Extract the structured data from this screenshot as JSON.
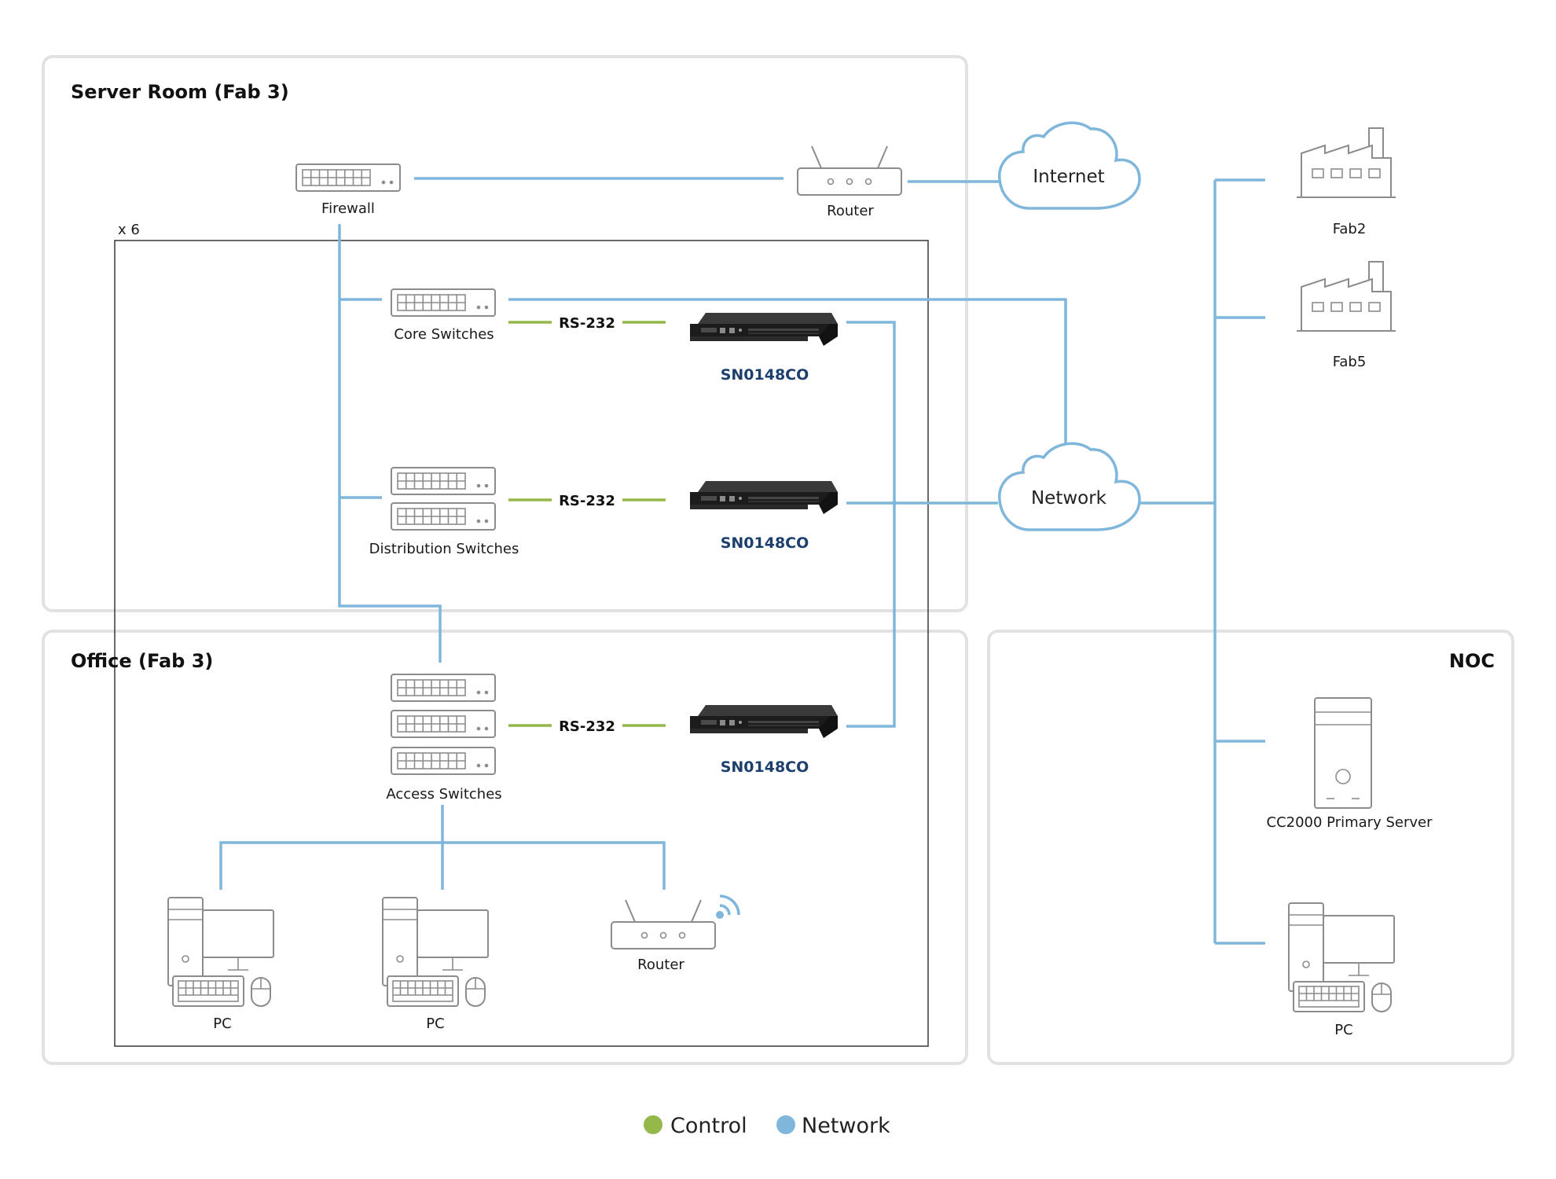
{
  "zones": {
    "server_room": "Server Room (Fab 3)",
    "office": "Office (Fab 3)",
    "noc": "NOC",
    "multiplier": "x 6"
  },
  "devices": {
    "firewall": "Firewall",
    "router_top": "Router",
    "core_switches": "Core Switches",
    "distribution_switches": "Distribution Switches",
    "access_switches": "Access Switches",
    "router_office": "Router",
    "pc": "PC",
    "cc2000": "CC2000 Primary Server",
    "fab2": "Fab2",
    "fab5": "Fab5",
    "sn_model": "SN0148CO"
  },
  "links": {
    "rs232": "RS-232"
  },
  "clouds": {
    "internet": "Internet",
    "network": "Network"
  },
  "legend": {
    "control": "Control",
    "network": "Network",
    "control_color": "#94b84a",
    "network_color": "#7fb6dc"
  }
}
